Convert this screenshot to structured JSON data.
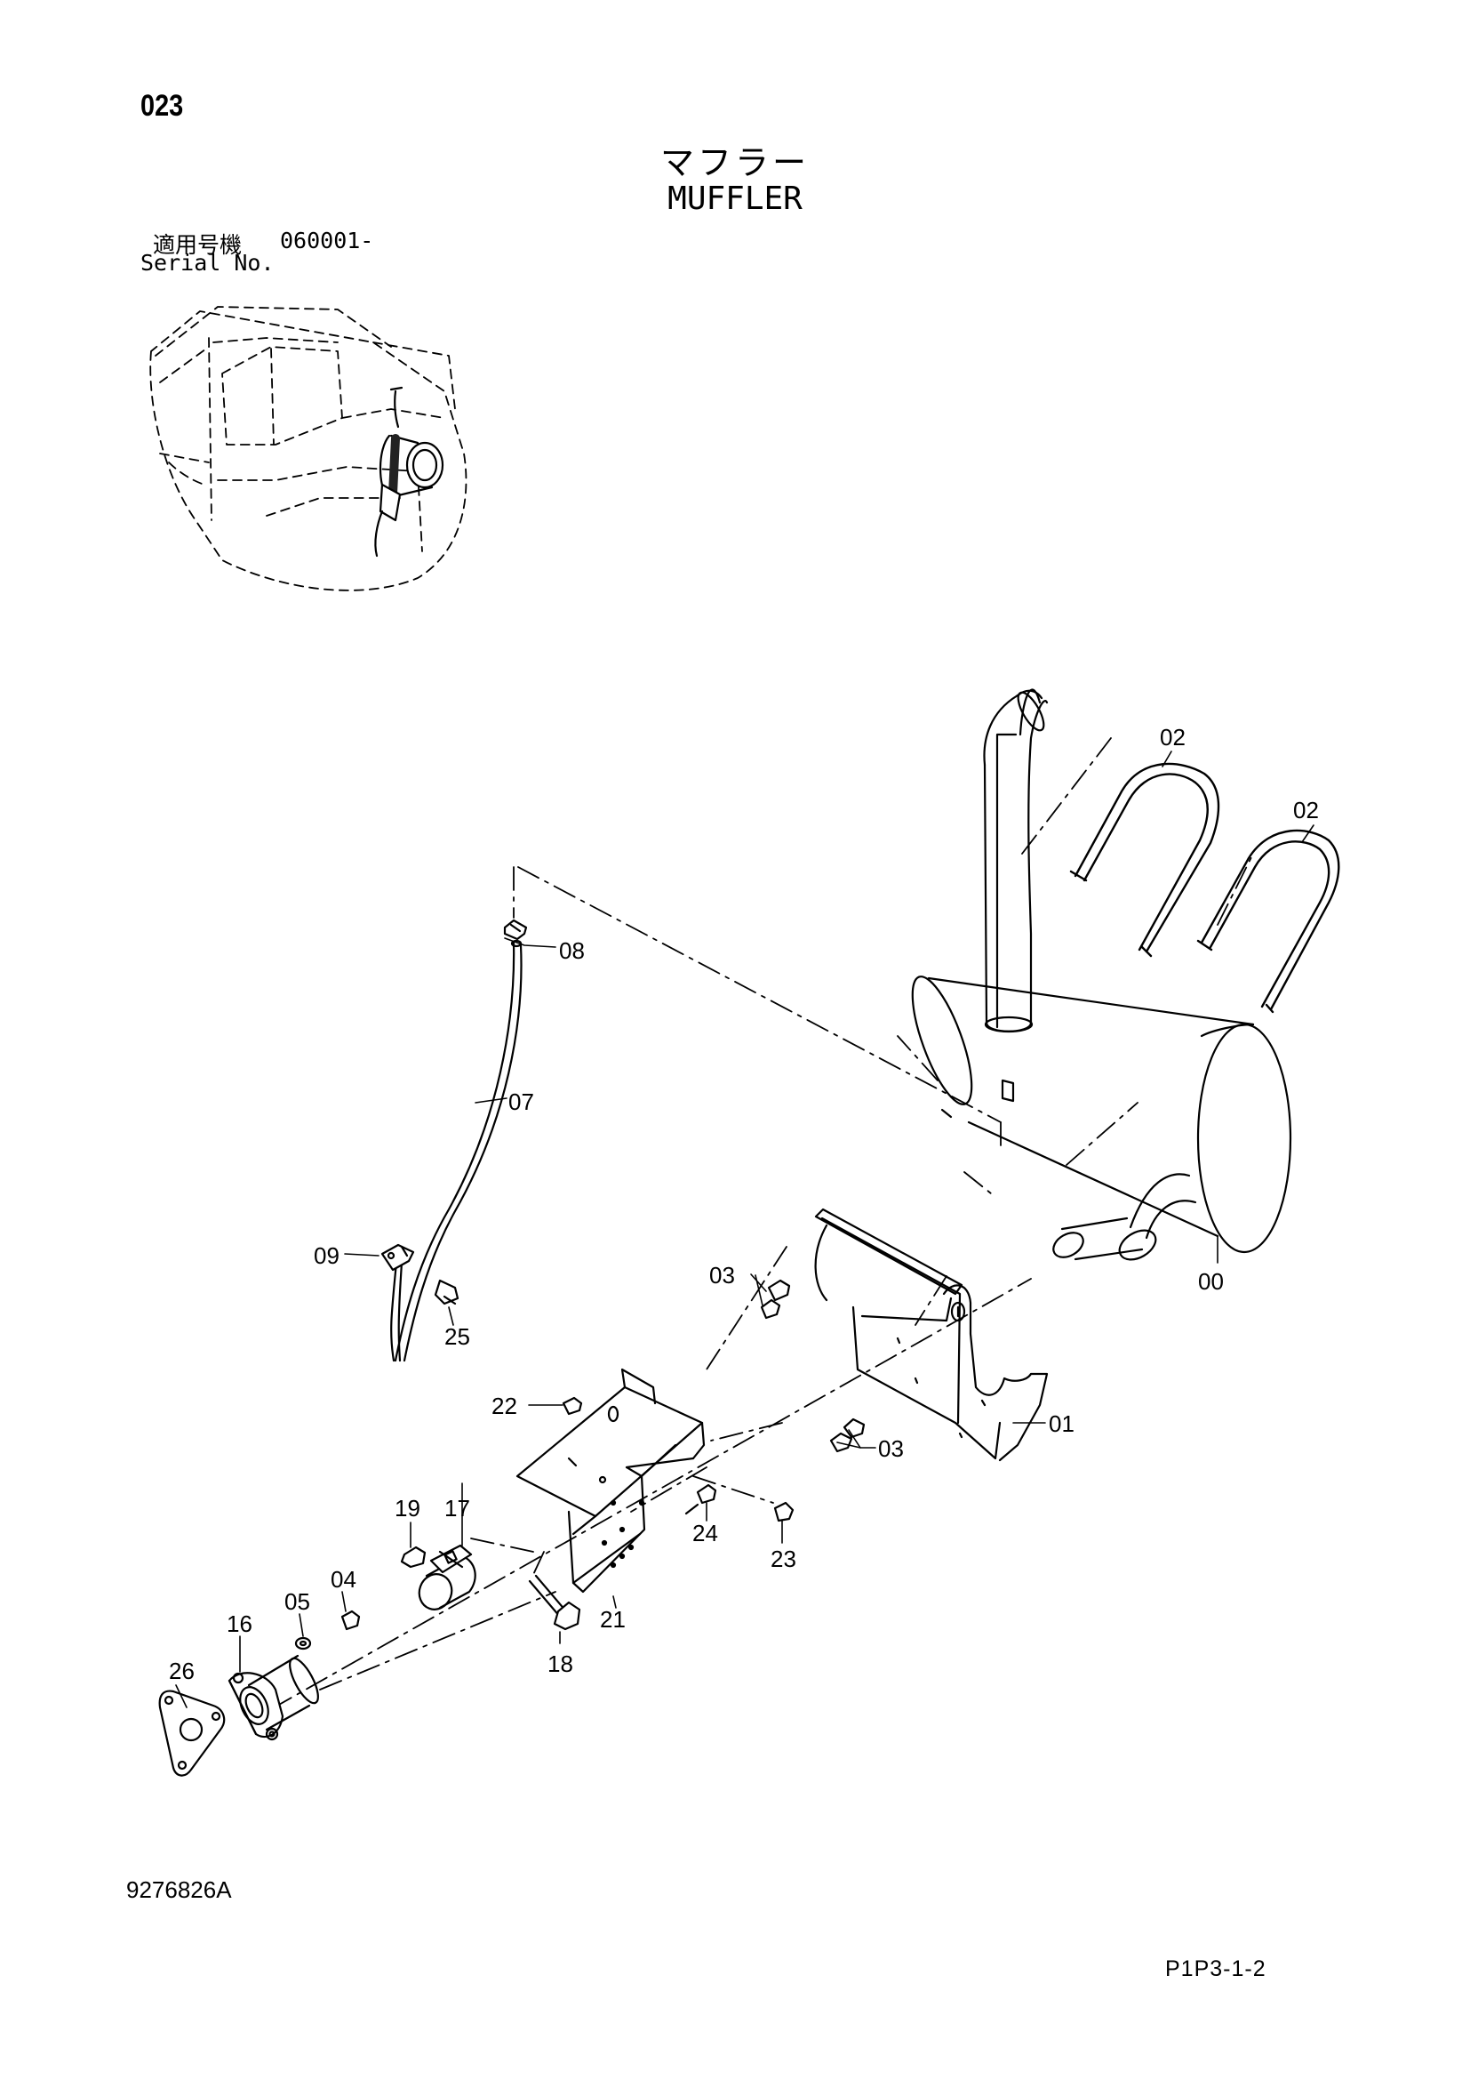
{
  "header": {
    "page_number": "023",
    "title_jp": "マフラー",
    "title_en": "MUFFLER",
    "serial_label_jp": "適用号機",
    "serial_value": "060001-",
    "serial_label_en": "Serial No."
  },
  "footer": {
    "document_code": "9276826A",
    "page_code": "P1P3-1-2"
  },
  "callouts": {
    "c00": "00",
    "c01": "01",
    "c02a": "02",
    "c02b": "02",
    "c03a": "03",
    "c03b": "03",
    "c04": "04",
    "c05": "05",
    "c07": "07",
    "c08": "08",
    "c09": "09",
    "c16": "16",
    "c17": "17",
    "c18": "18",
    "c19": "19",
    "c21": "21",
    "c22": "22",
    "c23": "23",
    "c24": "24",
    "c25": "25",
    "c26": "26"
  }
}
